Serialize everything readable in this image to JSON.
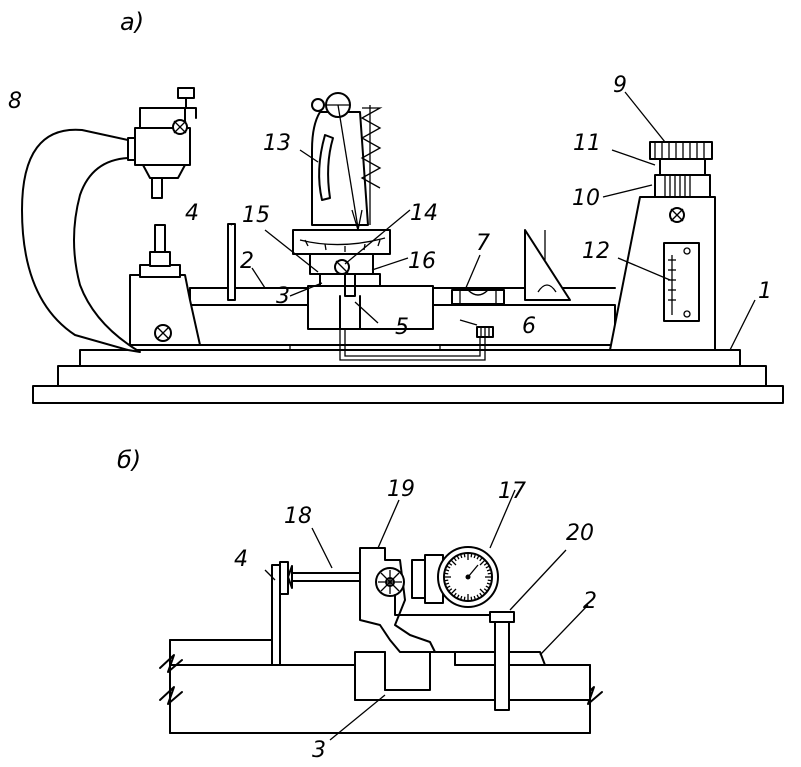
{
  "figure_a": {
    "caption": "а)",
    "labels": {
      "l1": "1",
      "l2": "2",
      "l3": "3",
      "l4": "4",
      "l5": "5",
      "l6": "6",
      "l7": "7",
      "l8": "8",
      "l9": "9",
      "l10": "10",
      "l11": "11",
      "l12": "12",
      "l13": "13",
      "l14": "14",
      "l15": "15",
      "l16": "16"
    }
  },
  "figure_b": {
    "caption": "б)",
    "labels": {
      "l2": "2",
      "l3": "3",
      "l4": "4",
      "l17": "17",
      "l18": "18",
      "l19": "19",
      "l20": "20"
    }
  }
}
